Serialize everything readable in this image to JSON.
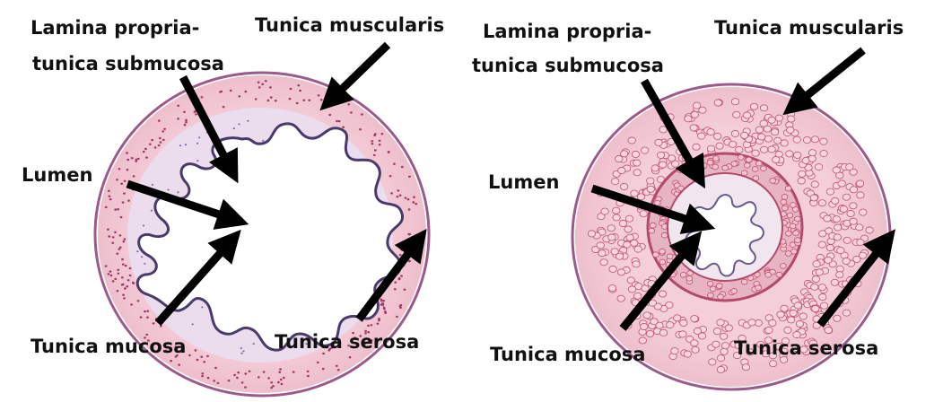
{
  "diagrams": [
    {
      "labels": {
        "lamina_line1": "Lamina propria-",
        "lamina_line2": "tunica submucosa",
        "muscularis": "Tunica muscularis",
        "lumen": "Lumen",
        "mucosa": "Tunica mucosa",
        "serosa": "Tunica serosa"
      }
    },
    {
      "labels": {
        "lamina_line1": "Lamina propria-",
        "lamina_line2": "tunica submucosa",
        "muscularis": "Tunica muscularis",
        "lumen": "Lumen",
        "mucosa": "Tunica mucosa",
        "serosa": "Tunica serosa"
      }
    }
  ],
  "colors": {
    "muscularis_fill": "#f2c9d4",
    "outer_edge": "#9a5b8a",
    "submucosa_fill": "#e9dcef",
    "mucosa_edge": "#4a3a6a",
    "nuclei": "#a03a6a",
    "muscle_cells": "#c0506e",
    "arrow": "#000000"
  }
}
